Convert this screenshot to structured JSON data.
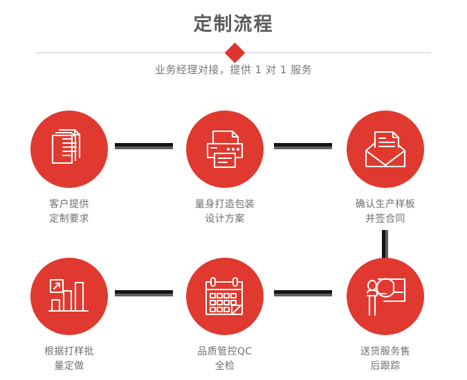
{
  "header": {
    "title": "定制流程",
    "subtitle": "业务经理对接，提供 1 对 1 服务",
    "accent_color": "#e0392f",
    "title_color": "#5c5c5c",
    "divider_color": "#c9c9c9"
  },
  "steps": [
    {
      "index": "1",
      "icon": "documents-icon",
      "caption": "客户提供\n定制要求"
    },
    {
      "index": "2",
      "icon": "printer-icon",
      "caption": "量身打造包装\n设计方案"
    },
    {
      "index": "3",
      "icon": "envelope-document-icon",
      "caption": "确认生产样板\n并签合同"
    },
    {
      "index": "4",
      "icon": "bar-chart-growth-icon",
      "caption": "根据打样批\n量定做"
    },
    {
      "index": "5",
      "icon": "calendar-check-icon",
      "caption": "品质管控QC\n全检"
    },
    {
      "index": "6",
      "icon": "presentation-person-icon",
      "caption": "送货服务售\n后跟踪"
    }
  ],
  "connectors": {
    "dark_color": "#141414",
    "light_color": "#5f5f5f",
    "horizontal_count": 4,
    "vertical_count": 1
  }
}
